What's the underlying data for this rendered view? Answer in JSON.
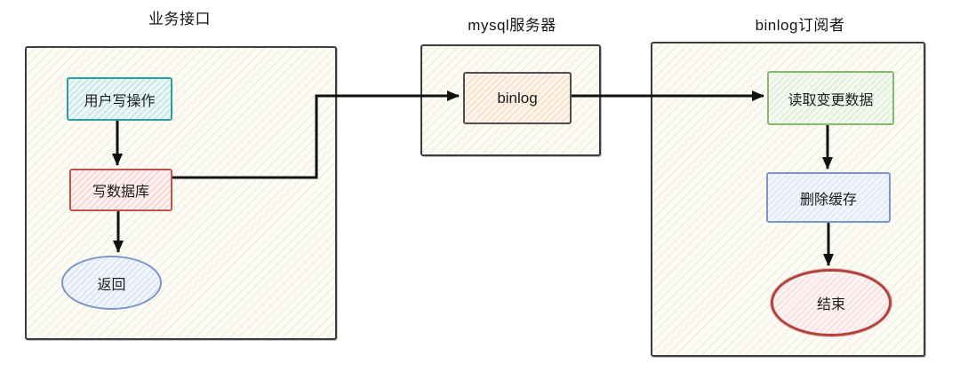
{
  "diagram": {
    "groups": [
      {
        "title": "业务接口"
      },
      {
        "title": "mysql服务器"
      },
      {
        "title": "binlog订阅者"
      }
    ],
    "nodes": [
      {
        "label": "用户写操作",
        "shape": "rectangle",
        "color": "#2a9d9e"
      },
      {
        "label": "写数据库",
        "shape": "rectangle",
        "color": "#c4534e"
      },
      {
        "label": "返回",
        "shape": "ellipse",
        "color": "#7b96c9"
      },
      {
        "label": "binlog",
        "shape": "rectangle",
        "color": "#4f4f4f"
      },
      {
        "label": "读取变更数据",
        "shape": "rectangle",
        "color": "#88b870"
      },
      {
        "label": "删除缓存",
        "shape": "rectangle",
        "color": "#7b96c9"
      },
      {
        "label": "结束",
        "shape": "ellipse",
        "color": "#b0443c"
      }
    ],
    "edges": [
      {
        "from": "用户写操作",
        "to": "写数据库"
      },
      {
        "from": "写数据库",
        "to": "返回"
      },
      {
        "from": "写数据库",
        "to": "binlog"
      },
      {
        "from": "binlog",
        "to": "读取变更数据"
      },
      {
        "from": "读取变更数据",
        "to": "删除缓存"
      },
      {
        "from": "删除缓存",
        "to": "结束"
      }
    ],
    "arrow_color": "#111111"
  }
}
